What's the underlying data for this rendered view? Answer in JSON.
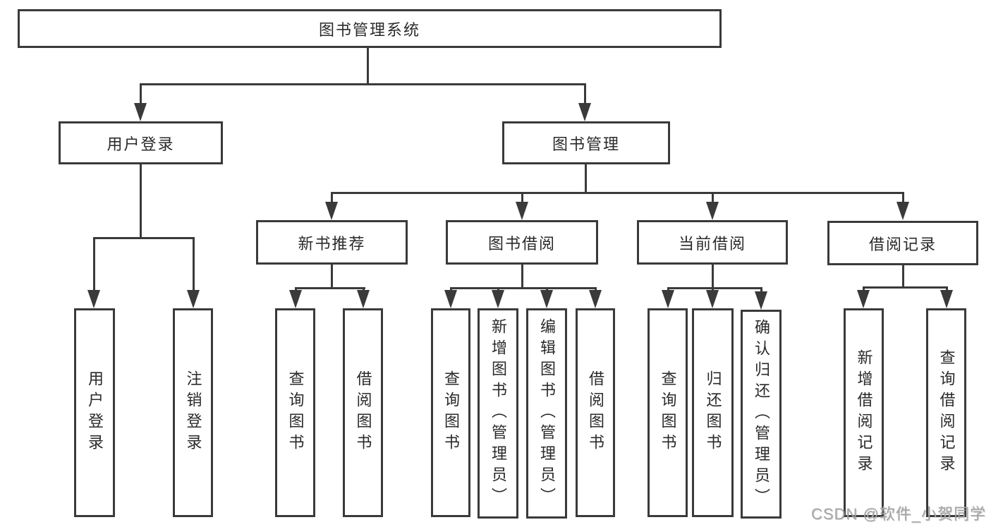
{
  "diagram": {
    "title": "图书管理系统",
    "type": "hierarchy-tree",
    "watermark": "CSDN @软件_小贺同学",
    "colors": {
      "line": "#3a3a3a",
      "box_border": "#3a3a3a",
      "text": "#2a2a2a",
      "watermark_text": "#a6a6a6",
      "background": "#ffffff"
    },
    "nodes": {
      "root": {
        "label": "图书管理系统"
      },
      "user_login": {
        "label": "用户登录"
      },
      "book_management": {
        "label": "图书管理"
      },
      "ul_login": {
        "label": "用户登录"
      },
      "ul_logout": {
        "label": "注销登录"
      },
      "new_book_rec": {
        "label": "新书推荐"
      },
      "book_borrow": {
        "label": "图书借阅"
      },
      "current_borrow": {
        "label": "当前借阅"
      },
      "borrow_records": {
        "label": "借阅记录"
      },
      "nb_query": {
        "label": "查询图书"
      },
      "nb_borrow": {
        "label": "借阅图书"
      },
      "bb_query": {
        "label": "查询图书"
      },
      "bb_add": {
        "label": "新增图书（管理员）"
      },
      "bb_edit": {
        "label": "编辑图书（管理员）"
      },
      "bb_borrow": {
        "label": "借阅图书"
      },
      "cb_query": {
        "label": "查询图书"
      },
      "cb_return": {
        "label": "归还图书"
      },
      "cb_confirm": {
        "label": "确认归还（管理员）"
      },
      "br_add": {
        "label": "新增借阅记录"
      },
      "br_query": {
        "label": "查询借阅记录"
      }
    },
    "structure": {
      "label": "图书管理系统",
      "children": [
        {
          "label": "用户登录",
          "children": [
            {
              "label": "用户登录"
            },
            {
              "label": "注销登录"
            }
          ]
        },
        {
          "label": "图书管理",
          "children": [
            {
              "label": "新书推荐",
              "children": [
                {
                  "label": "查询图书"
                },
                {
                  "label": "借阅图书"
                }
              ]
            },
            {
              "label": "图书借阅",
              "children": [
                {
                  "label": "查询图书"
                },
                {
                  "label": "新增图书（管理员）"
                },
                {
                  "label": "编辑图书（管理员）"
                },
                {
                  "label": "借阅图书"
                }
              ]
            },
            {
              "label": "当前借阅",
              "children": [
                {
                  "label": "查询图书"
                },
                {
                  "label": "归还图书"
                },
                {
                  "label": "确认归还（管理员）"
                }
              ]
            },
            {
              "label": "借阅记录",
              "children": [
                {
                  "label": "新增借阅记录"
                },
                {
                  "label": "查询借阅记录"
                }
              ]
            }
          ]
        }
      ]
    }
  }
}
